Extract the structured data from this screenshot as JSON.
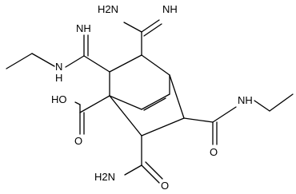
{
  "molecule": {
    "labels": {
      "amidine_top_nh2": "H2N",
      "amidine_top_nh": "NH",
      "amidine_left_nh": "NH",
      "amidine_left_n": "N",
      "amidine_left_h": "H",
      "carboxyl_oh": "HO",
      "carboxyl_o": "O",
      "amide_right_nh": "NH",
      "amide_right_o": "O",
      "amide_bottom_nh2": "H2N",
      "amide_bottom_o": "O"
    },
    "colors": {
      "bond": "#000000",
      "text": "#000000",
      "background": "#ffffff"
    }
  }
}
